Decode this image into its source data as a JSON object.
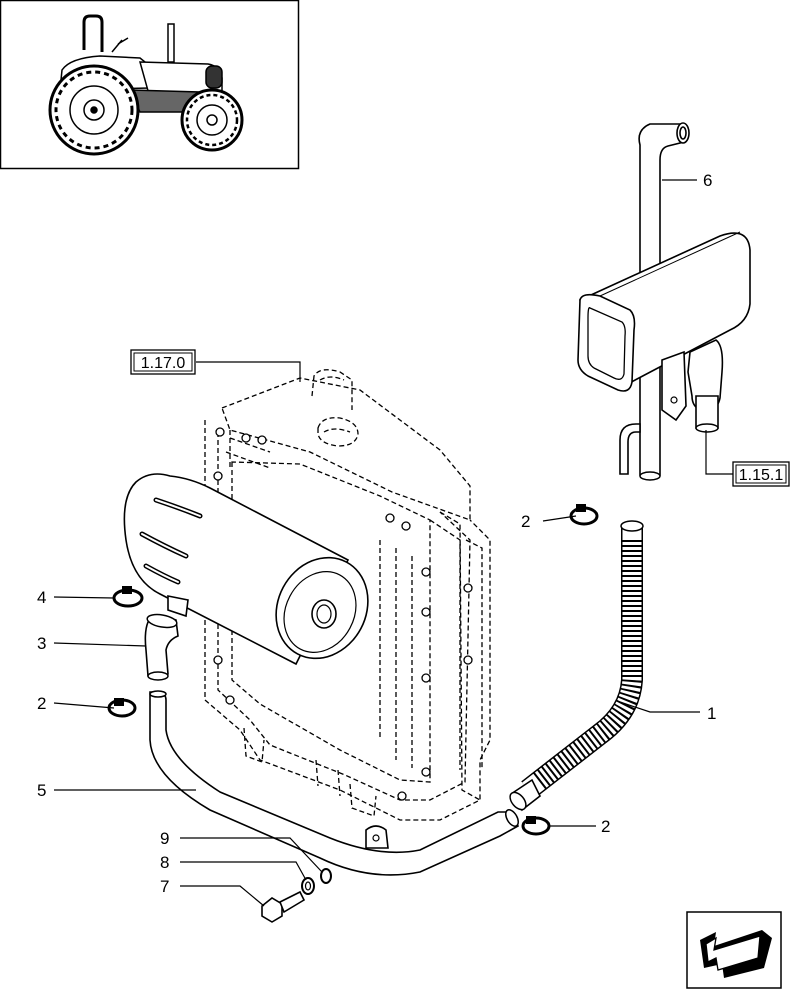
{
  "callouts": [
    {
      "id": "c1",
      "text": "1"
    },
    {
      "id": "c2a",
      "text": "2"
    },
    {
      "id": "c2b",
      "text": "2"
    },
    {
      "id": "c2c",
      "text": "2"
    },
    {
      "id": "c3",
      "text": "3"
    },
    {
      "id": "c4",
      "text": "4"
    },
    {
      "id": "c5",
      "text": "5"
    },
    {
      "id": "c6",
      "text": "6"
    },
    {
      "id": "c7",
      "text": "7"
    },
    {
      "id": "c8",
      "text": "8"
    },
    {
      "id": "c9",
      "text": "9"
    }
  ],
  "references": [
    {
      "id": "r1",
      "text": "1.17.0"
    },
    {
      "id": "r2",
      "text": "1.15.1"
    }
  ],
  "icons": {
    "thumbnail": "tractor-icon",
    "navigation": "arrow-icon"
  }
}
